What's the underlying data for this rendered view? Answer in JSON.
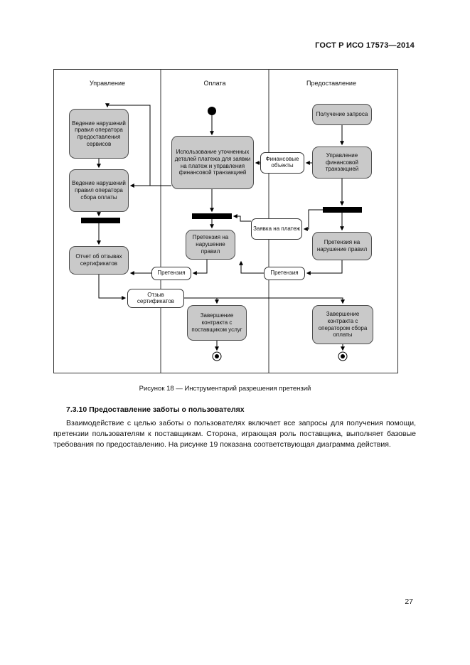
{
  "page": {
    "header": "ГОСТ Р ИСО 17573—2014",
    "figure_caption": "Рисунок 18 — Инструментарий разрешения претензий",
    "section_heading": "7.3.10 Предоставление заботы о пользователях",
    "body_text": "Взаимодействие с целью заботы о пользователях включает все запросы для получения помощи, претензии пользователям к поставщикам. Сторона, играющая роль поставщика, выполняет базовые требования по предоставлению. На рисунке 19 показана соответствующая диаграмма действия.",
    "page_number": "27"
  },
  "diagram": {
    "lanes": [
      {
        "title": "Управление"
      },
      {
        "title": "Оплата"
      },
      {
        "title": "Предоставление"
      }
    ],
    "nodes": {
      "maintain_service_violations": "Ведение нарушений правил оператора предоставления сервисов",
      "maintain_toll_violations": "Ведение нарушений правил оператора сбора оплаты",
      "report_revocations": "Отчет об отзывах сертификатов",
      "use_payment_details": "Использование уточненных деталей платежа для заявки на платеж и управления финансовой транзакцией",
      "claim_payment": "Претензия на нарушение правил",
      "end_contract_provider": "Завершение контракта с поставщиком услуг",
      "receive_request": "Получение запроса",
      "manage_transaction": "Управление финансовой транзакцией",
      "claim_provision": "Претензия на нарушение правил",
      "end_contract_toll": "Завершение контракта с оператором сбора оплаты"
    },
    "objects": {
      "financial_objects": "Финансовые объекты",
      "payment_request": "Заявка на платеж",
      "claim_left": "Претензия",
      "claim_right": "Претензия",
      "certificate_revocation": "Отзыв сертификатов"
    },
    "colors": {
      "activity_fill": "#c9c9c9",
      "activity_border": "#4d4d4d",
      "object_fill": "#ffffff",
      "line": "#000000"
    }
  }
}
